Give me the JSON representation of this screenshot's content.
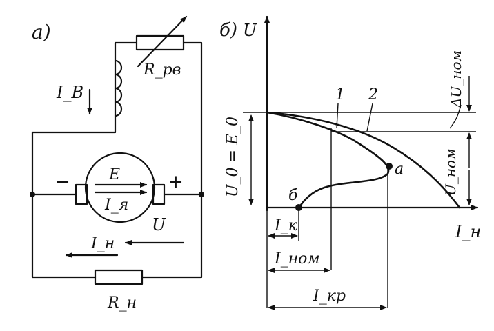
{
  "panel_a": {
    "label": "а)",
    "field_current": "I_B",
    "field_resistor": "R_рв",
    "emf": "E",
    "armature_current": "I_я",
    "minus": "−",
    "plus": "+",
    "voltage": "U",
    "load_current": "I_н",
    "load_resistor": "R_н"
  },
  "panel_b": {
    "label": "б)",
    "y_axis": "U",
    "x_axis": "I_н",
    "curve_1": "1",
    "curve_2": "2",
    "point_a": "а",
    "point_b": "б",
    "u0": "U_0 = E_0",
    "delta_u": "ΔU_ном",
    "u_nom": "U_ном",
    "i_k": "I_к",
    "i_nom": "I_ном",
    "i_kr": "I_кр"
  }
}
